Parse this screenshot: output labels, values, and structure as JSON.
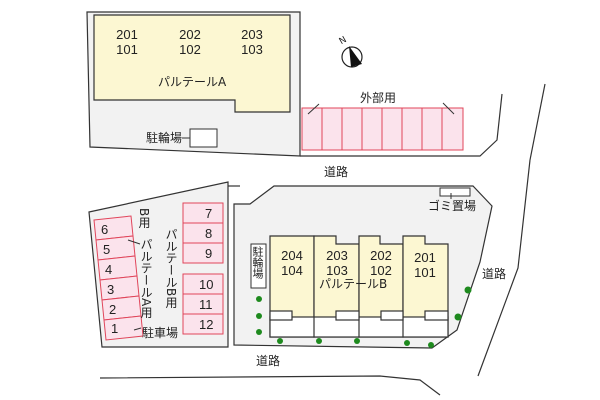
{
  "colors": {
    "building_fill": "#fcf7d2",
    "lot_fill": "#f2f2f2",
    "parking_fill": "#fbe3ec",
    "parking_stroke": "#e0455a",
    "tree": "#1e8a1e",
    "line": "#333333"
  },
  "compass": {
    "label": "N"
  },
  "building_a": {
    "name": "パルテールA",
    "units": [
      {
        "upper": "201",
        "lower": "101"
      },
      {
        "upper": "202",
        "lower": "102"
      },
      {
        "upper": "203",
        "lower": "103"
      }
    ],
    "bike_parking": "駐輪場"
  },
  "external_parking": {
    "label": "外部用",
    "slots": 8
  },
  "building_b": {
    "name": "パルテールB",
    "units": [
      {
        "upper": "204",
        "lower": "104"
      },
      {
        "upper": "203",
        "lower": "103"
      },
      {
        "upper": "202",
        "lower": "102"
      },
      {
        "upper": "201",
        "lower": "101"
      }
    ],
    "bike_parking": "駐輪場",
    "garbage": "ゴミ置場"
  },
  "parking_lot": {
    "label": "駐車場",
    "a_label": "パルテールA用",
    "b_label": "B用",
    "b2_label": "パルテールB用",
    "left_slots": [
      "6",
      "5",
      "4",
      "3",
      "2",
      "1"
    ],
    "right_slots_top": [
      "7",
      "8",
      "9"
    ],
    "right_slots_bottom": [
      "10",
      "11",
      "12"
    ]
  },
  "roads": {
    "top": "道路",
    "right": "道路",
    "bottom": "道路"
  }
}
